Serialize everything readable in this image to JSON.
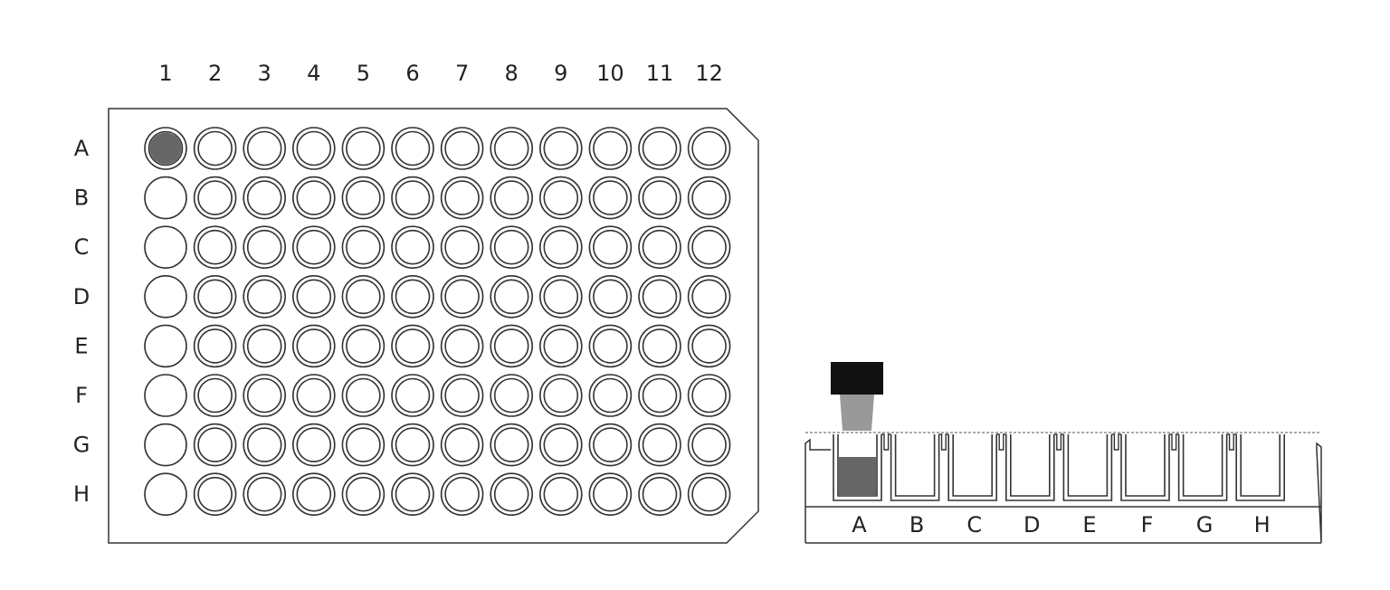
{
  "plate": {
    "column_labels": [
      "1",
      "2",
      "3",
      "4",
      "5",
      "6",
      "7",
      "8",
      "9",
      "10",
      "11",
      "12"
    ],
    "row_labels": [
      "A",
      "B",
      "C",
      "D",
      "E",
      "F",
      "G",
      "H"
    ],
    "filled_wells": [
      "A1"
    ],
    "single_ring_column": "1"
  },
  "strip": {
    "tube_labels": [
      "A",
      "B",
      "C",
      "D",
      "E",
      "F",
      "G",
      "H"
    ],
    "filled_tubes": [
      "A"
    ],
    "capped_tube": "A"
  },
  "colors": {
    "outline": "#333333",
    "fill_dark": "#666666",
    "cap_black": "#111111",
    "cap_grey": "#999999"
  }
}
